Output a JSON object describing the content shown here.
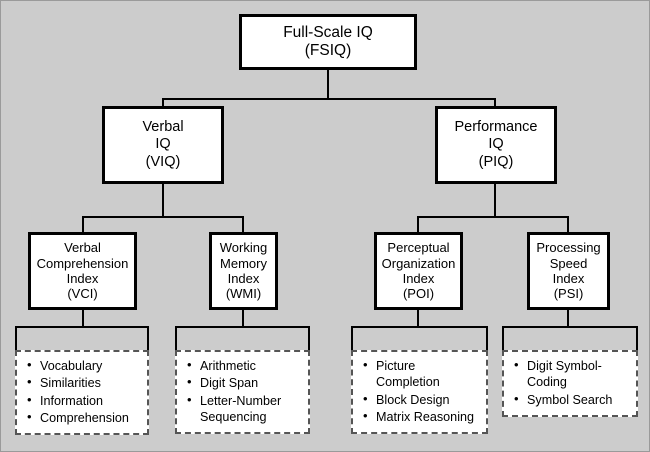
{
  "diagram": {
    "title": "WAIS IQ structure hierarchy",
    "background_color": "#cccccc",
    "box_fill": "#ffffff",
    "line_color": "#000000",
    "dashed_border_color": "#555555"
  },
  "root": {
    "line1": "Full-Scale IQ",
    "line2": "(FSIQ)"
  },
  "tier2": [
    {
      "line1": "Verbal",
      "line2": "IQ",
      "line3": "(VIQ)"
    },
    {
      "line1": "Performance",
      "line2": "IQ",
      "line3": "(PIQ)"
    }
  ],
  "tier3": [
    {
      "line1": "Verbal",
      "line2": "Comprehension",
      "line3": "Index",
      "line4": "(VCI)"
    },
    {
      "line1": "Working",
      "line2": "Memory",
      "line3": "Index",
      "line4": "(WMI)"
    },
    {
      "line1": "Perceptual",
      "line2": "Organization",
      "line3": "Index",
      "line4": "(POI)"
    },
    {
      "line1": "Processing",
      "line2": "Speed",
      "line3": "Index",
      "line4": "(PSI)"
    }
  ],
  "subtests": [
    {
      "parent": "VCI",
      "items": [
        "Vocabulary",
        "Similarities",
        "Information",
        "Comprehension"
      ]
    },
    {
      "parent": "WMI",
      "items": [
        "Arithmetic",
        "Digit Span",
        "Letter-Number Sequencing"
      ]
    },
    {
      "parent": "POI",
      "items": [
        "Picture Completion",
        "Block Design",
        "Matrix Reasoning"
      ]
    },
    {
      "parent": "PSI",
      "items": [
        "Digit Symbol-Coding",
        "Symbol Search"
      ]
    }
  ]
}
